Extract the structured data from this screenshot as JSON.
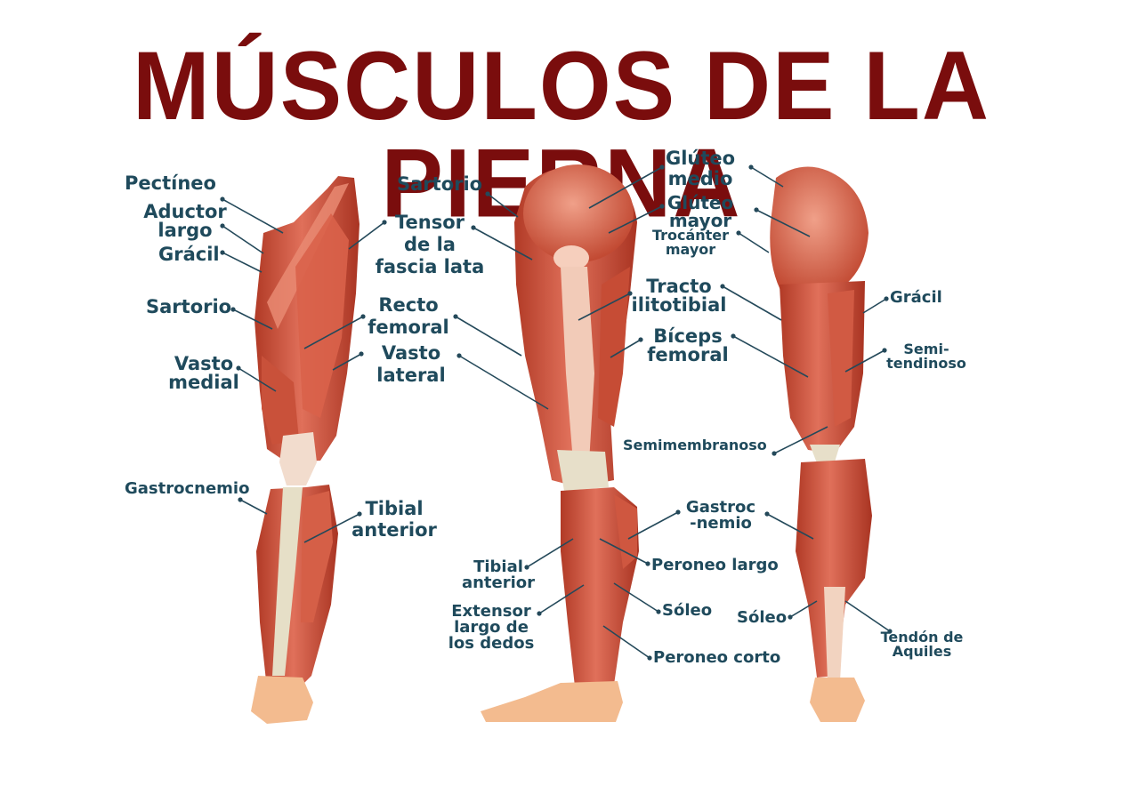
{
  "title": "MÚSCULOS DE LA PIERNA",
  "colors": {
    "title": "#7a0d0d",
    "label": "#1f4a5c",
    "leader": "#24495a",
    "muscle_dark": "#b9412b",
    "muscle_mid": "#d8644a",
    "muscle_light": "#ef9a82",
    "tendon": "#f1d7c8",
    "bone": "#e3dcc3",
    "skin": "#f1b98d"
  },
  "views": {
    "front": {
      "labels": {
        "pectineo": [
          "Pectíneo"
        ],
        "aductor_largo": [
          "Aductor",
          "largo"
        ],
        "gracil": [
          "Grácil"
        ],
        "sartorio": [
          "Sartorio"
        ],
        "vasto_medial": [
          "Vasto",
          "medial"
        ],
        "gastrocnemio": [
          "Gastrocnemio"
        ],
        "tensor": [
          "Tensor",
          "de la",
          "fascia lata"
        ],
        "recto_femoral": [
          "Recto",
          "femoral"
        ],
        "vasto_lateral": [
          "Vasto",
          "lateral"
        ],
        "tibial_anterior": [
          "Tibial",
          "anterior"
        ]
      }
    },
    "side": {
      "labels": {
        "sartorio": [
          "Sartorio"
        ],
        "gluteo_medio": [
          "Glúteo",
          "medio"
        ],
        "gluteo_mayor": [
          "Glúteo",
          "mayor"
        ],
        "trocanter_mayor": [
          "Trocánter",
          "mayor"
        ],
        "tracto": [
          "Tracto",
          "ilitotibial"
        ],
        "biceps": [
          "Bíceps",
          "femoral"
        ],
        "gastrocnemio": [
          "Gastroc",
          "-nemio"
        ],
        "tibial_anterior": [
          "Tibial",
          "anterior"
        ],
        "peroneo_largo": [
          "Peroneo largo"
        ],
        "extensor": [
          "Extensor",
          "largo de",
          "los dedos"
        ],
        "soleo": [
          "Sóleo"
        ],
        "peroneo_corto": [
          "Peroneo corto"
        ]
      }
    },
    "back": {
      "labels": {
        "gracil": [
          "Grácil"
        ],
        "semitendinoso": [
          "Semi-",
          "tendinoso"
        ],
        "semimembranoso": [
          "Semimembranoso"
        ],
        "soleo": [
          "Sóleo"
        ],
        "tendon_aquiles": [
          "Tendón de",
          "Aquiles"
        ]
      }
    }
  }
}
